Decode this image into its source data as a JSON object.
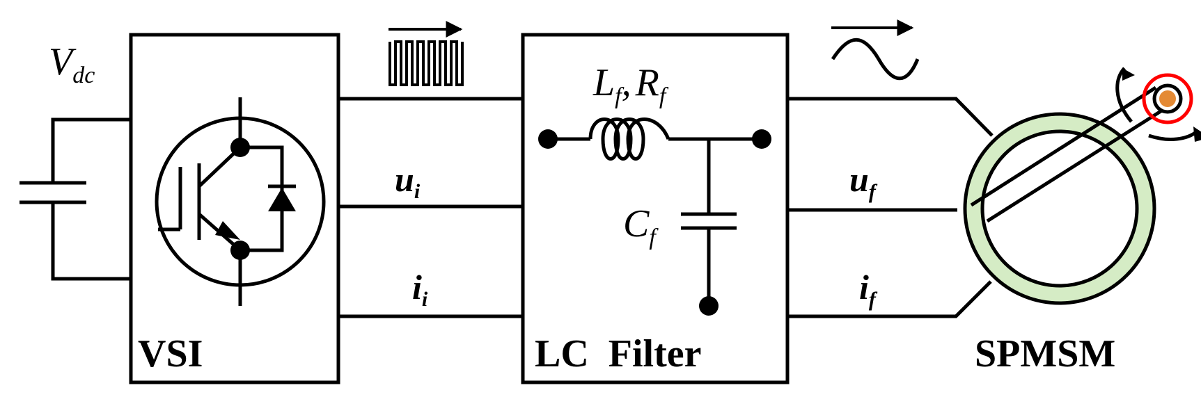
{
  "labels": {
    "vdc_main": "V",
    "vdc_sub": "dc",
    "vsi": "VSI",
    "lc_filter": "LC  Filter",
    "spmsm": "SPMSM",
    "ui_main": "u",
    "ui_sub": "i",
    "ii_main": "i",
    "ii_sub": "i",
    "uf_main": "u",
    "uf_sub": "f",
    "if_main": "i",
    "if_sub": "f",
    "lf_main": "L",
    "lf_sub": "f",
    "comma": ",",
    "rf_main": "R",
    "rf_sub": "f",
    "cf_main": "C",
    "cf_sub": "f"
  },
  "colors": {
    "line": "#000000",
    "stator_fill": "#d5ecc5",
    "encoder_ring": "#ff0000",
    "encoder_dot": "#e48a35"
  },
  "icons": [
    "dc-capacitor-icon",
    "igbt-with-diode-icon",
    "pwm-pulse-icon",
    "sine-wave-icon",
    "inductor-icon",
    "filter-capacitor-icon",
    "motor-icon",
    "encoder-icon"
  ]
}
